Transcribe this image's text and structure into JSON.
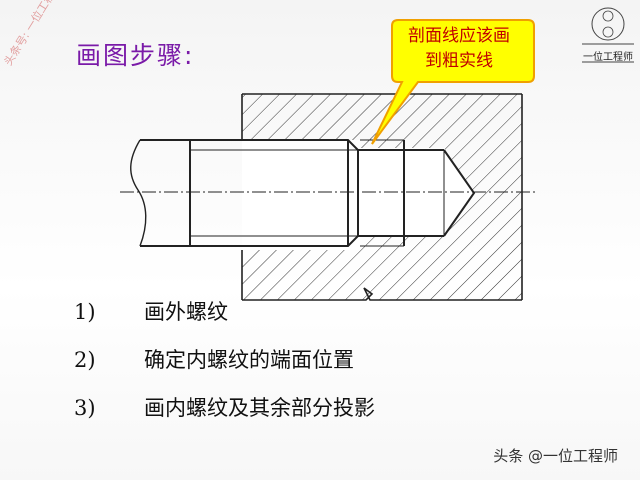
{
  "title": "画图步骤:",
  "callout": {
    "line1": "剖面线应该画",
    "line2": "到粗实线"
  },
  "watermark": "头条号: 一位工程师",
  "logo": {
    "label": "一位工程师"
  },
  "steps": [
    {
      "num": "1)",
      "text": "画外螺纹"
    },
    {
      "num": "2)",
      "text": "确定内螺纹的端面位置"
    },
    {
      "num": "3)",
      "text": "画内螺纹及其余部分投影"
    }
  ],
  "footer": "头条 @一位工程师",
  "colors": {
    "title": "#7a1aa8",
    "callout_fill": "#ffff00",
    "callout_border": "#f0a000",
    "callout_text": "#c00000",
    "lines": "#222222"
  }
}
